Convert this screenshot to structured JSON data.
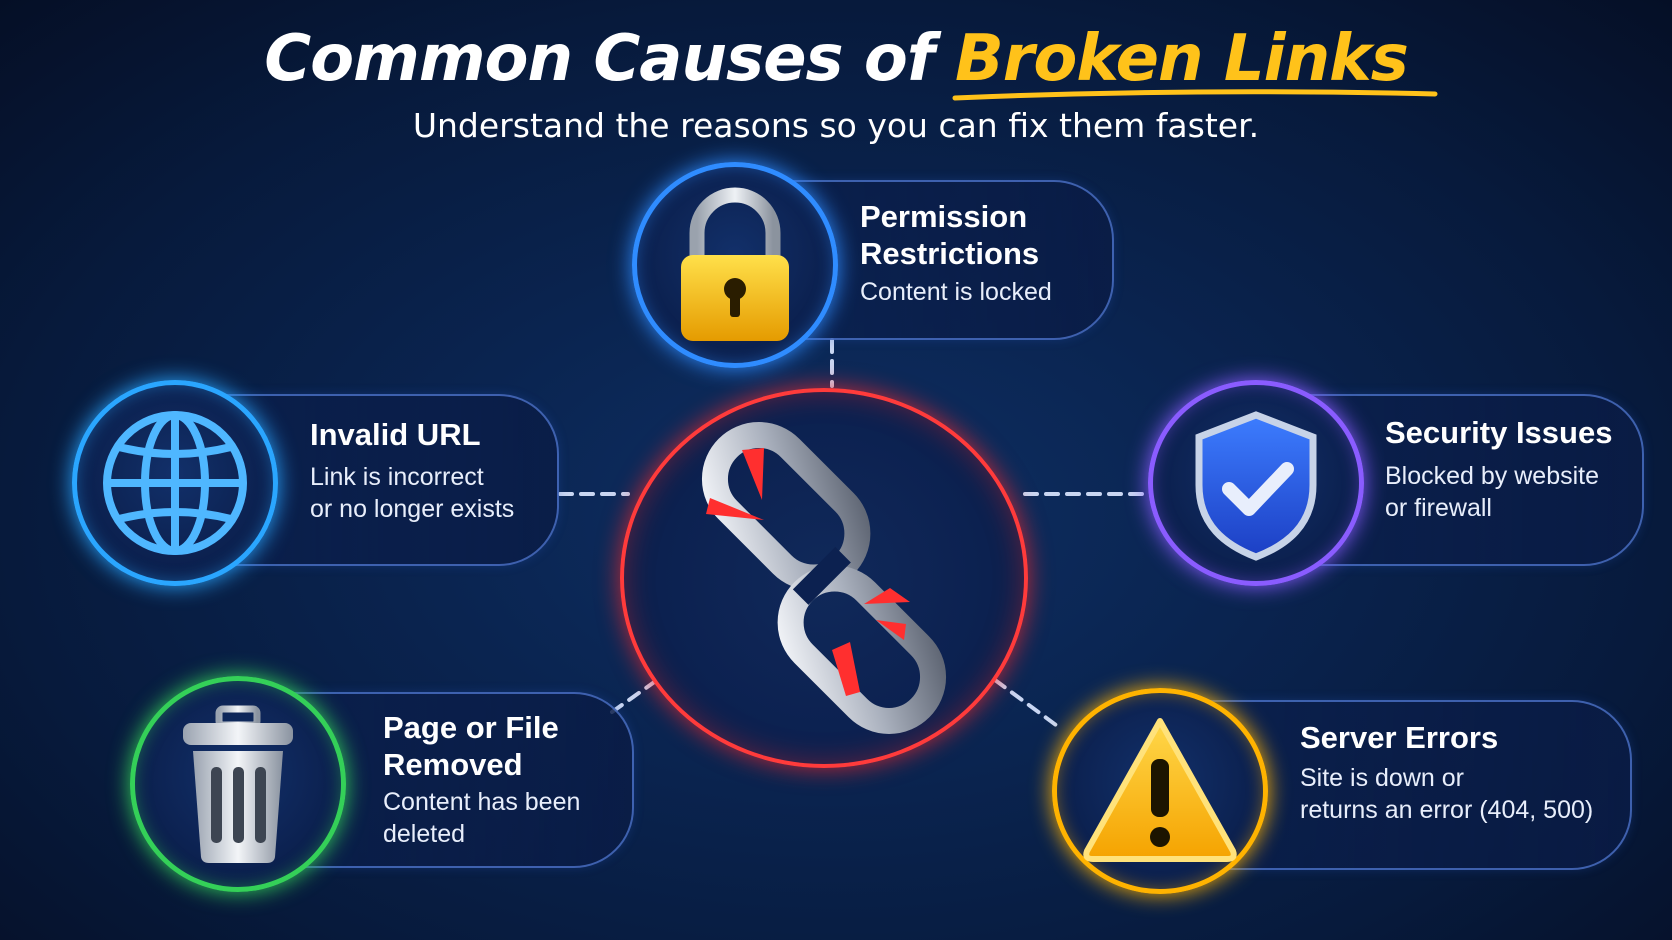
{
  "header": {
    "title_main": "Common Causes of ",
    "title_highlight": "Broken Links",
    "subtitle": "Understand the reasons so you can fix them faster."
  },
  "center": {
    "icon": "broken-chain-icon",
    "color": "#ff3b3b"
  },
  "causes": [
    {
      "title_lines": [
        "Permission",
        "Restrictions"
      ],
      "desc_lines": [
        "Content is locked"
      ],
      "icon": "lock-icon",
      "color": "#2f8cff"
    },
    {
      "title_lines": [
        "Invalid URL"
      ],
      "desc_lines": [
        "Link is incorrect",
        "or no longer exists"
      ],
      "icon": "globe-icon",
      "color": "#2aa6ff"
    },
    {
      "title_lines": [
        "Security Issues"
      ],
      "desc_lines": [
        "Blocked by website",
        "or firewall"
      ],
      "icon": "shield-check-icon",
      "color": "#8a5cff"
    },
    {
      "title_lines": [
        "Page or File",
        "Removed"
      ],
      "desc_lines": [
        "Content has been",
        "deleted"
      ],
      "icon": "trash-icon",
      "color": "#34d058"
    },
    {
      "title_lines": [
        "Server Errors"
      ],
      "desc_lines": [
        "Site is down or",
        "returns an error (404, 500)"
      ],
      "icon": "warning-icon",
      "color": "#ffb300"
    }
  ]
}
